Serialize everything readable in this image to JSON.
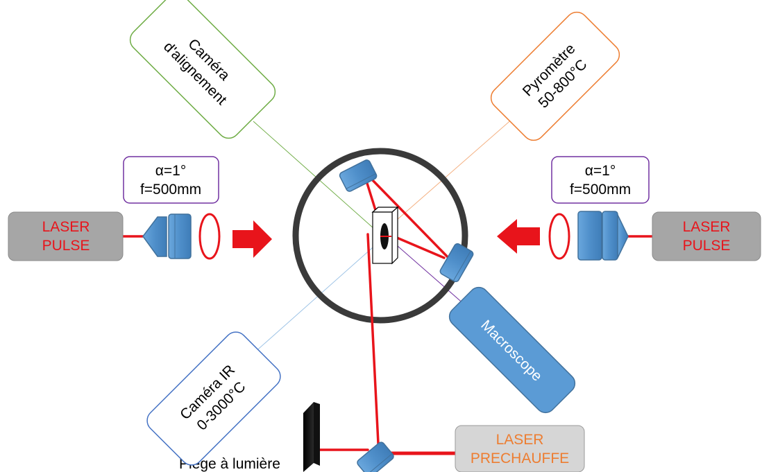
{
  "labels": {
    "laser_left_l1": "LASER",
    "laser_left_l2": "PULSE",
    "laser_right_l1": "LASER",
    "laser_right_l2": "PULSE",
    "optics_left_l1": "α=1°",
    "optics_left_l2": "f=500mm",
    "optics_right_l1": "α=1°",
    "optics_right_l2": "f=500mm",
    "camera_align_l1": "Caméra",
    "camera_align_l2": "d'alignement",
    "pyrometer_l1": "Pyromètre",
    "pyrometer_l2": "50-800°C",
    "camera_ir_l1": "Caméra IR",
    "camera_ir_l2": "0-3000°C",
    "macroscope": "Macroscope",
    "laser_preheat_l1": "LASER",
    "laser_preheat_l2": "PRECHAUFFE",
    "light_trap": "Piège à lumière"
  },
  "colors": {
    "laser_beam": "#e8141b",
    "laser_text": "#e8141b",
    "laser_box": "#a6a6a6",
    "preheat_box": "#d6d6d6",
    "preheat_text": "#ed7d31",
    "optic_blue": "#5b9bd5",
    "optic_stroke": "#41719c",
    "chamber": "#3a3a3a",
    "camera_align_border": "#70ad47",
    "pyrometer_border": "#ed7d31",
    "camera_ir_border": "#4472c4",
    "optics_box_border": "#7030a0",
    "macroscope_fill": "#5b9bd5"
  }
}
